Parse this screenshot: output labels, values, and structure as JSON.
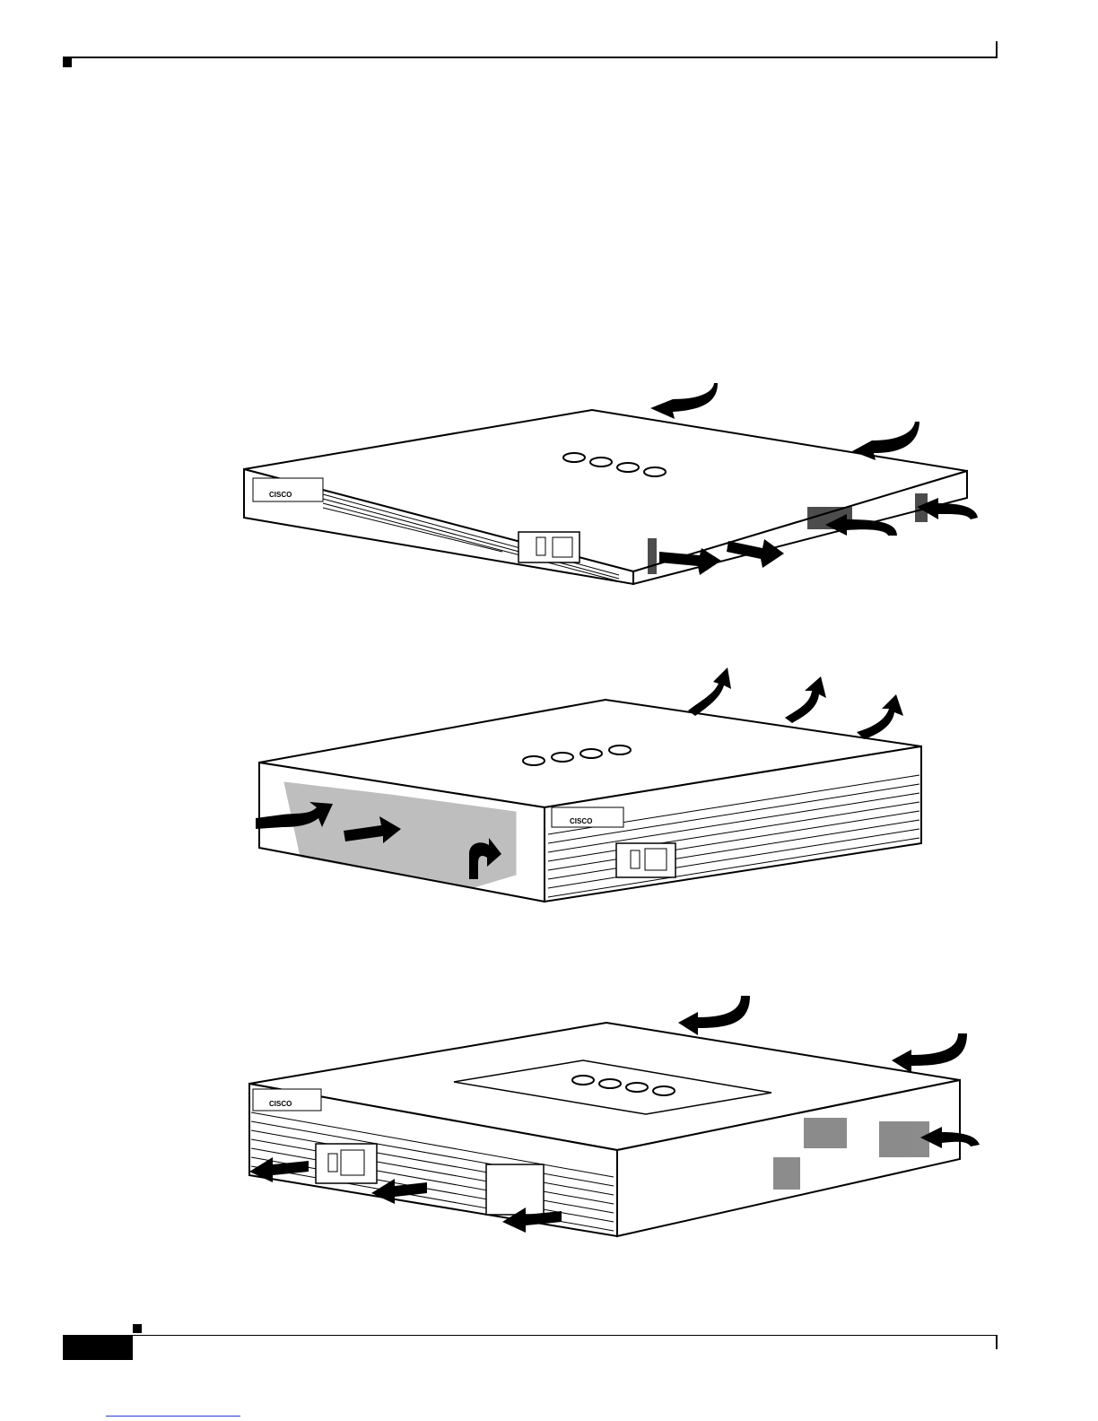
{
  "document": {
    "kind": "hardware installation guide page",
    "figures": [
      {
        "id": "router-1",
        "logo_text": "CISCO",
        "airflow": "side intake, side exhaust",
        "icon": "router-icon"
      },
      {
        "id": "router-2",
        "logo_text": "CISCO",
        "airflow": "side intake, top exhaust",
        "icon": "router-icon"
      },
      {
        "id": "router-3",
        "logo_text": "CISCO",
        "airflow": "side intake, front exhaust",
        "icon": "router-icon"
      }
    ],
    "colors": {
      "ink": "#000000",
      "paper": "#ffffff",
      "link": "#2a3ccf"
    }
  }
}
